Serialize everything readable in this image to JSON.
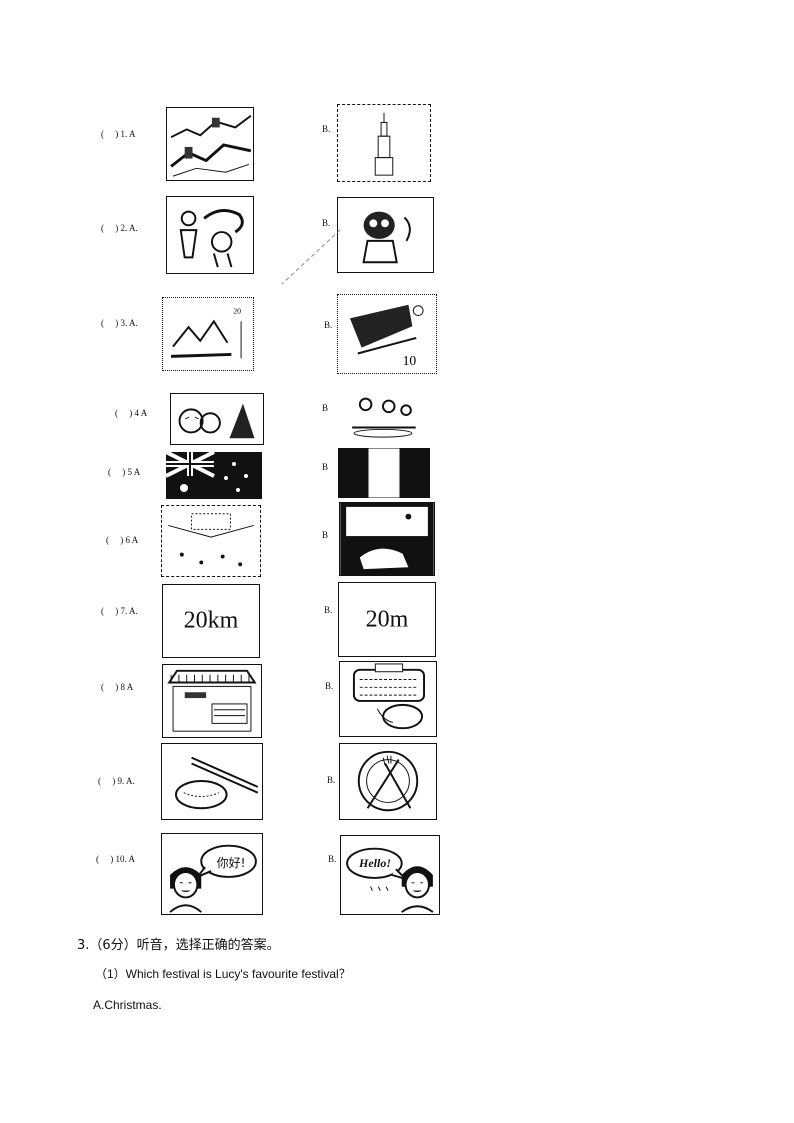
{
  "rows": [
    {
      "label": "(     ) 1. A",
      "b_label": "B.",
      "a_icon": "great-wall-icon",
      "b_icon": "skyscraper-icon"
    },
    {
      "label": "(     ) 2. A.",
      "b_label": "B.",
      "a_icon": "dragon-dance-icon",
      "b_icon": "lion-dance-icon"
    },
    {
      "label": "(     ) 3. A.",
      "b_label": "B.",
      "a_icon": "landscape-stamp-icon",
      "b_icon": "bridge-stamp-icon"
    },
    {
      "label": "(     ) 4 A",
      "b_label": "B",
      "a_icon": "halloween-icon",
      "b_icon": "family-party-icon"
    },
    {
      "label": "(     ) 5 A",
      "b_label": "B",
      "a_icon": "australia-flag-icon",
      "b_icon": "tricolour-flag-icon"
    },
    {
      "label": "(     ) 6 A",
      "b_label": "B",
      "a_icon": "greeting-card-icon",
      "b_icon": "night-scene-icon"
    },
    {
      "label": "(     ) 7. A.",
      "b_label": "B.",
      "a_text": "20km",
      "b_text": "20m"
    },
    {
      "label": "(     ) 8 A",
      "b_label": "B.",
      "a_icon": "shop-front-icon",
      "b_icon": "restaurant-menu-icon"
    },
    {
      "label": "(     ) 9. A.",
      "b_label": "B.",
      "a_icon": "chopsticks-bowl-icon",
      "b_icon": "knife-fork-plate-icon"
    },
    {
      "label": "(     ) 10. A",
      "b_label": "B.",
      "a_bubble": "你好!",
      "b_bubble": "Hello!",
      "a_icon": "girl-speaking-icon",
      "b_icon": "girl-speaking-icon"
    }
  ],
  "question3": {
    "heading": "3.（6分）听音，选择正确的答案。",
    "q1": "（1）Which festival is Lucy's favourite festival？",
    "option_a": "A.Christmas."
  }
}
